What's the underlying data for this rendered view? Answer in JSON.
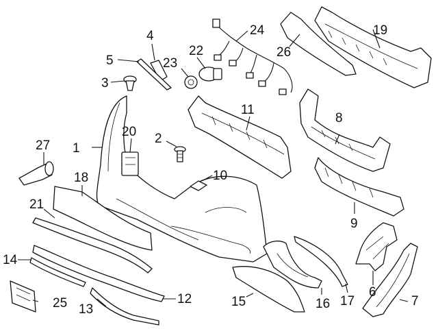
{
  "callouts": [
    {
      "id": 1,
      "label": "1"
    },
    {
      "id": 2,
      "label": "2"
    },
    {
      "id": 3,
      "label": "3"
    },
    {
      "id": 4,
      "label": "4"
    },
    {
      "id": 5,
      "label": "5"
    },
    {
      "id": 6,
      "label": "6"
    },
    {
      "id": 7,
      "label": "7"
    },
    {
      "id": 8,
      "label": "8"
    },
    {
      "id": 9,
      "label": "9"
    },
    {
      "id": 10,
      "label": "10"
    },
    {
      "id": 11,
      "label": "11"
    },
    {
      "id": 12,
      "label": "12"
    },
    {
      "id": 13,
      "label": "13"
    },
    {
      "id": 14,
      "label": "14"
    },
    {
      "id": 15,
      "label": "15"
    },
    {
      "id": 16,
      "label": "16"
    },
    {
      "id": 17,
      "label": "17"
    },
    {
      "id": 18,
      "label": "18"
    },
    {
      "id": 19,
      "label": "19"
    },
    {
      "id": 20,
      "label": "20"
    },
    {
      "id": 21,
      "label": "21"
    },
    {
      "id": 22,
      "label": "22"
    },
    {
      "id": 23,
      "label": "23"
    },
    {
      "id": 24,
      "label": "24"
    },
    {
      "id": 25,
      "label": "25"
    },
    {
      "id": 26,
      "label": "26"
    },
    {
      "id": 27,
      "label": "27"
    }
  ]
}
